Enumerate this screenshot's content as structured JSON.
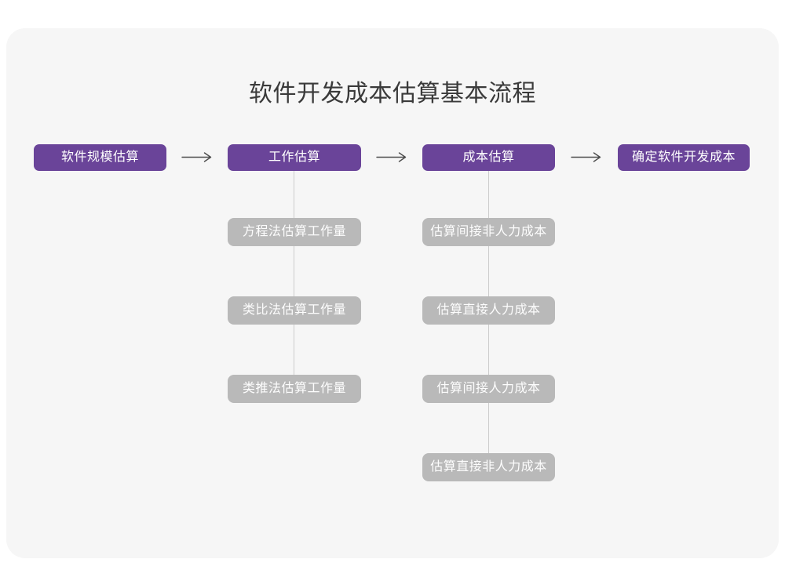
{
  "page": {
    "title": "软件开发成本估算基本流程"
  },
  "colors": {
    "page_bg": "#ffffff",
    "panel_bg": "#f6f6f6",
    "main_step_purple": "#6a4499",
    "sub_step_gray": "#b9b9b9",
    "box_text": "#ffffff",
    "title_text": "#3a3a3a",
    "arrow": "#4d4d4d",
    "connector_line": "#cccccc"
  },
  "flow": {
    "main_steps": [
      {
        "label": "软件规模估算",
        "children": []
      },
      {
        "label": "工作估算",
        "children": [
          "方程法估算工作量",
          "类比法估算工作量",
          "类推法估算工作量"
        ]
      },
      {
        "label": "成本估算",
        "children": [
          "估算间接非人力成本",
          "估算直接人力成本",
          "估算间接人力成本",
          "估算直接非人力成本"
        ]
      },
      {
        "label": "确定软件开发成本",
        "children": []
      }
    ]
  }
}
